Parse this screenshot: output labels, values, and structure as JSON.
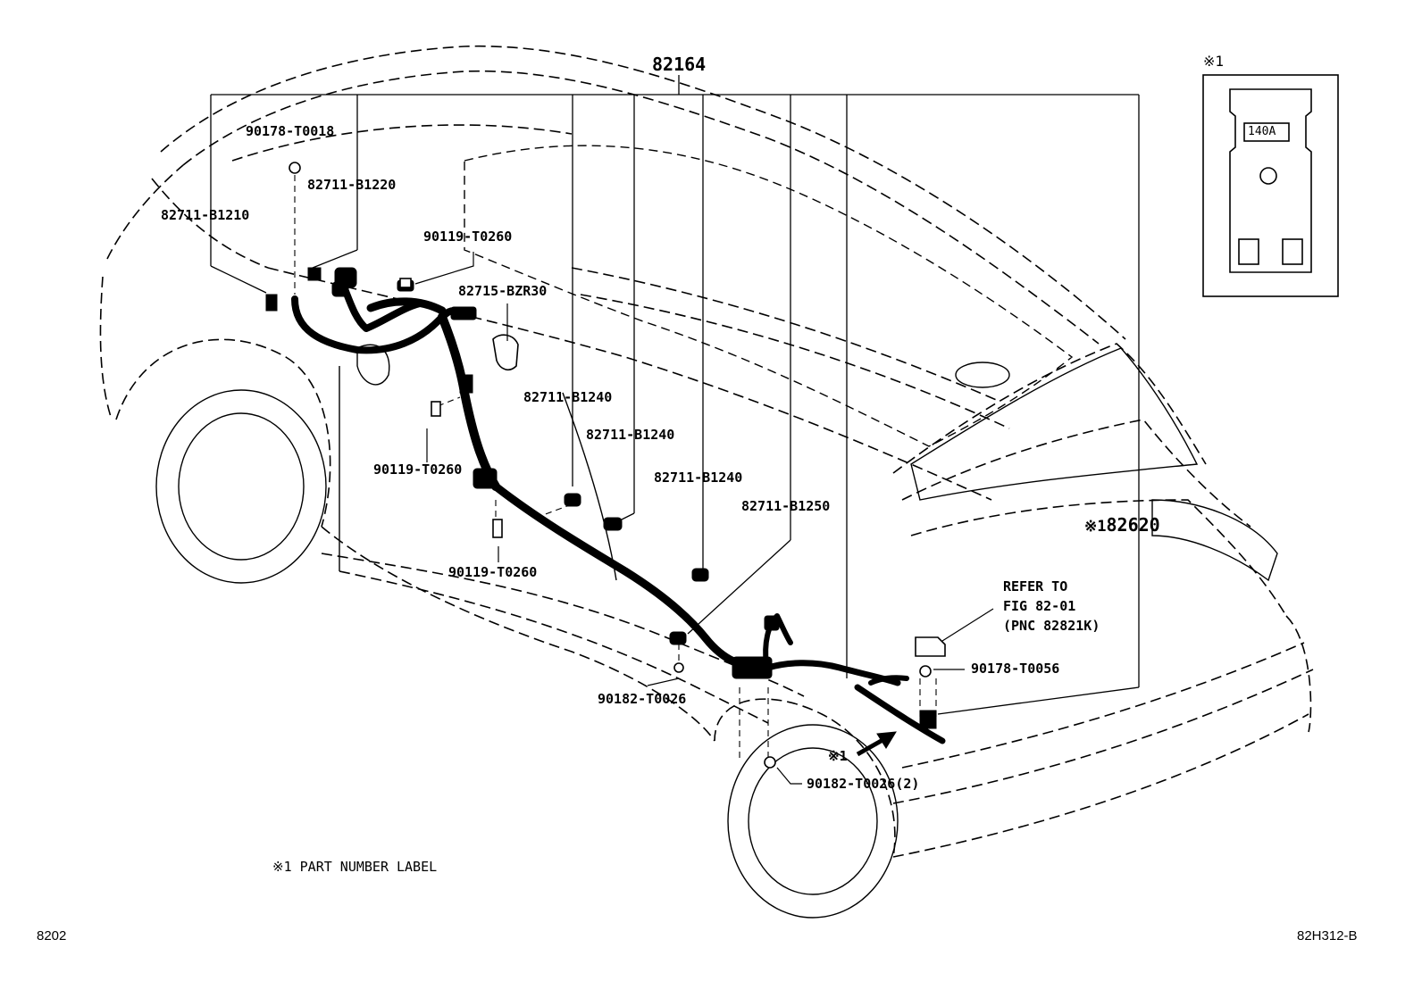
{
  "main_assembly": "82164",
  "label_part_number": "82620",
  "parts": {
    "p90178_t0018": "90178-T0018",
    "p82711_b1220": "82711-B1220",
    "p82711_b1210": "82711-B1210",
    "p90119_t0260_a": "90119-T0260",
    "p82715_bzr30": "82715-BZR30",
    "p82711_b1240_a": "82711-B1240",
    "p82711_b1240_b": "82711-B1240",
    "p90119_t0260_b": "90119-T0260",
    "p82711_b1240_c": "82711-B1240",
    "p82711_b1250": "82711-B1250",
    "p90119_t0260_c": "90119-T0260",
    "p90182_t0026": "90182-T0026",
    "p90178_t0056": "90178-T0056",
    "p90182_t0026_2": "90182-T0026(2)"
  },
  "refer": {
    "line1": "REFER TO",
    "line2": "FIG 82-01",
    "line3": "(PNC 82821K)"
  },
  "marks": {
    "ref_mark_1": "※1",
    "ref_mark_arrow": "※1",
    "ref_mark_inset": "※1"
  },
  "inset": {
    "fuse_rating": "140A"
  },
  "footnote": "※1 PART NUMBER LABEL",
  "page_code": "8202",
  "figure_code": "82H312-B"
}
